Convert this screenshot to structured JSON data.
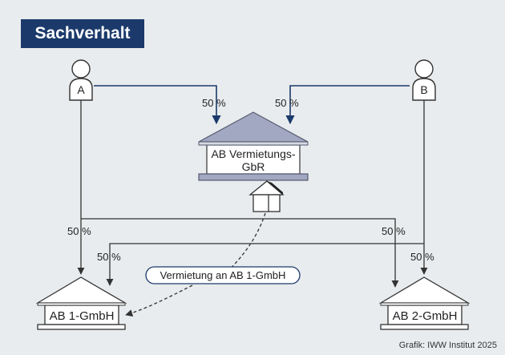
{
  "header": {
    "title": "Sachverhalt"
  },
  "persons": {
    "a": "A",
    "b": "B"
  },
  "entities": {
    "gbr_line1": "AB Vermietungs-",
    "gbr_line2": "GbR",
    "gmbh1": "AB 1-GmbH",
    "gmbh2": "AB 2-GmbH"
  },
  "shares": {
    "a_to_gbr": "50 %",
    "b_to_gbr": "50 %",
    "a_to_gmbh1": "50 %",
    "b_to_gmbh1": "50 %",
    "a_to_gmbh2": "50 %",
    "b_to_gmbh2": "50 %"
  },
  "relation": {
    "lease": "Vermietung an AB 1-GmbH"
  },
  "footer": {
    "credit": "Grafik: IWW Institut 2025"
  },
  "colors": {
    "navy": "#1b3a6b",
    "roof_gbr": "#a2a8c2",
    "background": "#e9ecee",
    "line": "#333333"
  },
  "icons": [
    "person-icon",
    "building-icon",
    "house-icon"
  ]
}
